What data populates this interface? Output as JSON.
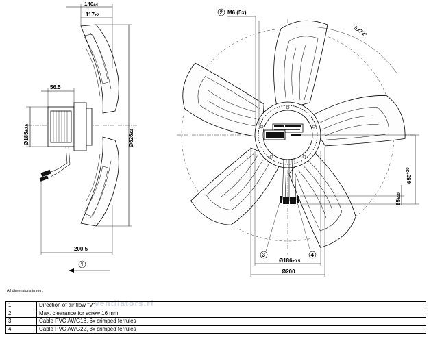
{
  "dimensions": {
    "d140": "140",
    "d140_tol": "±4",
    "d117": "117",
    "d117_tol": "±2",
    "d56_5": "56.5",
    "d185": "Ø185",
    "d185_tol": "±0.5",
    "d626": "Ø626",
    "d626_tol": "±2",
    "d200_5": "200.5",
    "m6": "M6 (5x)",
    "angle": "5x72°",
    "d650": "650",
    "d650_tol": "+20",
    "d85": "85",
    "d85_tol": "±10",
    "d186": "Ø186",
    "d186_tol": "±0.5",
    "d200": "Ø200"
  },
  "callouts": {
    "c1": "1",
    "c2": "2",
    "c3": "3",
    "c4": "4"
  },
  "note": "All dimensions in mm.",
  "watermark": "ventilators.rf",
  "legend": [
    {
      "num": "1",
      "text": "Direction of air flow \"V\""
    },
    {
      "num": "2",
      "text": "Max. clearance for screw 16 mm"
    },
    {
      "num": "3",
      "text": "Cable PVC AWG18, 6x crimped ferrules"
    },
    {
      "num": "4",
      "text": "Cable PVC AWG22, 3x crimped ferrules"
    }
  ]
}
